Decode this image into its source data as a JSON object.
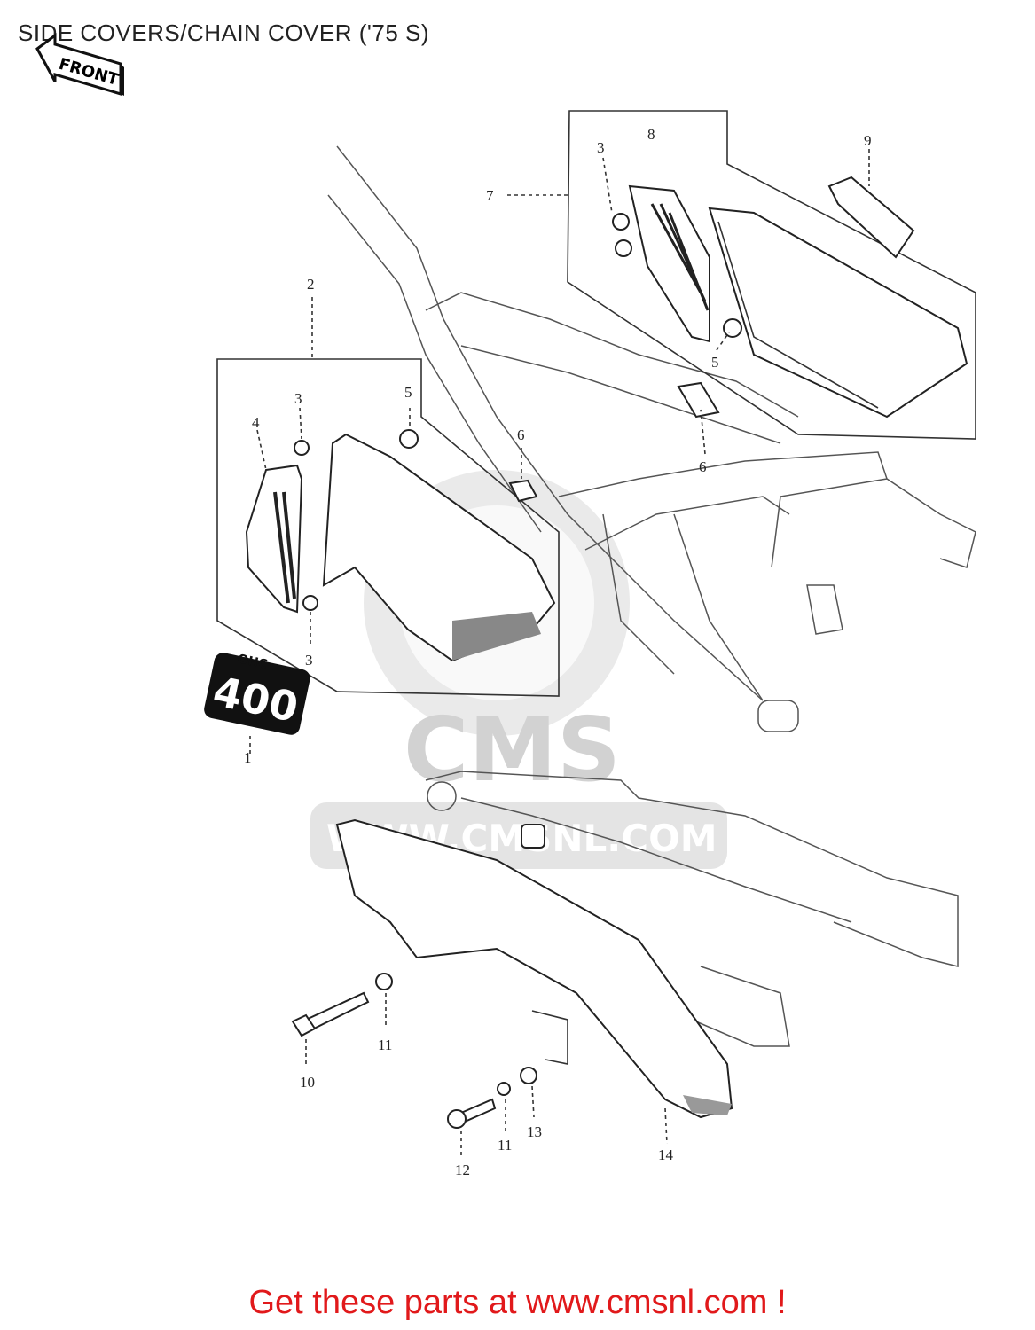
{
  "title": "SIDE COVERS/CHAIN COVER ('75 S)",
  "front_arrow_text": "FRONT",
  "emblem": {
    "line1": "OHC",
    "line2": "400"
  },
  "watermark": {
    "brand": "CMS",
    "url": "WWW.CMSNL.COM"
  },
  "callouts": {
    "c1": "1",
    "c2": "2",
    "c3a": "3",
    "c3b": "3",
    "c3c": "3",
    "c4": "4",
    "c5a": "5",
    "c5b": "5",
    "c6a": "6",
    "c6b": "6",
    "c7": "7",
    "c8": "8",
    "c9": "9",
    "c10": "10",
    "c11a": "11",
    "c11b": "11",
    "c12": "12",
    "c13": "13",
    "c14": "14"
  },
  "footer_cta": "Get these parts at www.cmsnl.com !",
  "colors": {
    "cta": "#e1191b",
    "line": "#222222",
    "watermark": "#d8d8d8"
  }
}
